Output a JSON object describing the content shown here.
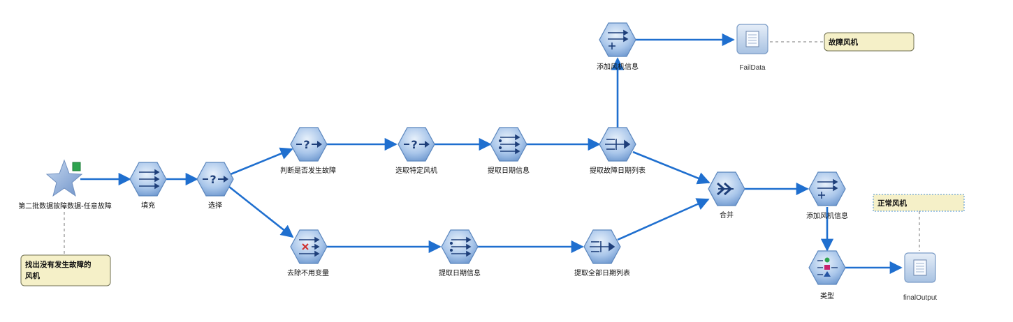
{
  "nodes": {
    "source": {
      "label": "第二批数据故障数据-任意故障",
      "icon": "star-source-icon"
    },
    "fill": {
      "label": "填充",
      "icon": "fill-arrows-icon"
    },
    "select1": {
      "label": "选择",
      "icon": "select-question-icon"
    },
    "judge": {
      "label": "判断是否发生故障",
      "icon": "select-question-icon"
    },
    "pick_turbine": {
      "label": "选取特定风机",
      "icon": "select-question-icon"
    },
    "extract_date_top": {
      "label": "提取日期信息",
      "icon": "derive-arrows-icon"
    },
    "extract_fault_dates": {
      "label": "提取故障日期列表",
      "icon": "aggregate-arrows-icon"
    },
    "add_turbine_top": {
      "label": "添加风机信息",
      "icon": "add-plus-icon"
    },
    "fail_data": {
      "label": "FailData",
      "icon": "table-output-icon"
    },
    "remove_unused": {
      "label": "去除不用变量",
      "icon": "filter-cross-icon"
    },
    "extract_date_bottom": {
      "label": "提取日期信息",
      "icon": "derive-arrows-icon"
    },
    "extract_all_dates": {
      "label": "提取全部日期列表",
      "icon": "aggregate-arrows-icon"
    },
    "merge": {
      "label": "合并",
      "icon": "merge-double-chevron-icon"
    },
    "add_turbine_right": {
      "label": "添加风机信息",
      "icon": "add-plus-icon"
    },
    "type": {
      "label": "类型",
      "icon": "type-shapes-icon"
    },
    "final_output": {
      "label": "finalOutput",
      "icon": "table-output-icon"
    }
  },
  "notes": {
    "fault_turbine": "故障风机",
    "normal_turbine": "正常风机",
    "no_fault_line1": "找出没有发生故障的",
    "no_fault_line2": "风机"
  },
  "colors": {
    "arrow": "#1f6fcf",
    "node_fill_light": "#cfe2f7",
    "node_fill_dark": "#7ea6d6",
    "node_stroke": "#5b86bd",
    "note_fill": "#f5f0c8",
    "note_stroke": "#8a8a6a"
  }
}
